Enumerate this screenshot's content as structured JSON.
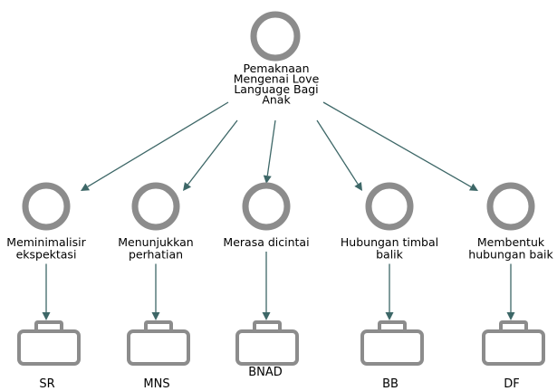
{
  "root": {
    "label_lines": [
      "Pemaknaan",
      "Mengenai Love",
      "Language Bagi",
      "Anak"
    ]
  },
  "themes": [
    {
      "label_lines": [
        "Meminimalisir",
        "ekspektasi"
      ],
      "code": "SR"
    },
    {
      "label_lines": [
        "Menunjukkan",
        "perhatian"
      ],
      "code": "MNS"
    },
    {
      "label_lines": [
        "Merasa dicintai"
      ],
      "code": "BNAD"
    },
    {
      "label_lines": [
        "Hubungan timbal",
        "balik"
      ],
      "code": "BB"
    },
    {
      "label_lines": [
        "Membentuk",
        "hubungan baik"
      ],
      "code": "DF"
    }
  ],
  "colors": {
    "ring": "#8c8c8c",
    "edge": "#3d6767",
    "text": "#000000",
    "background": "#ffffff"
  },
  "icons": {
    "theme_node": "circle-node-icon",
    "code_node": "briefcase-node-icon"
  }
}
